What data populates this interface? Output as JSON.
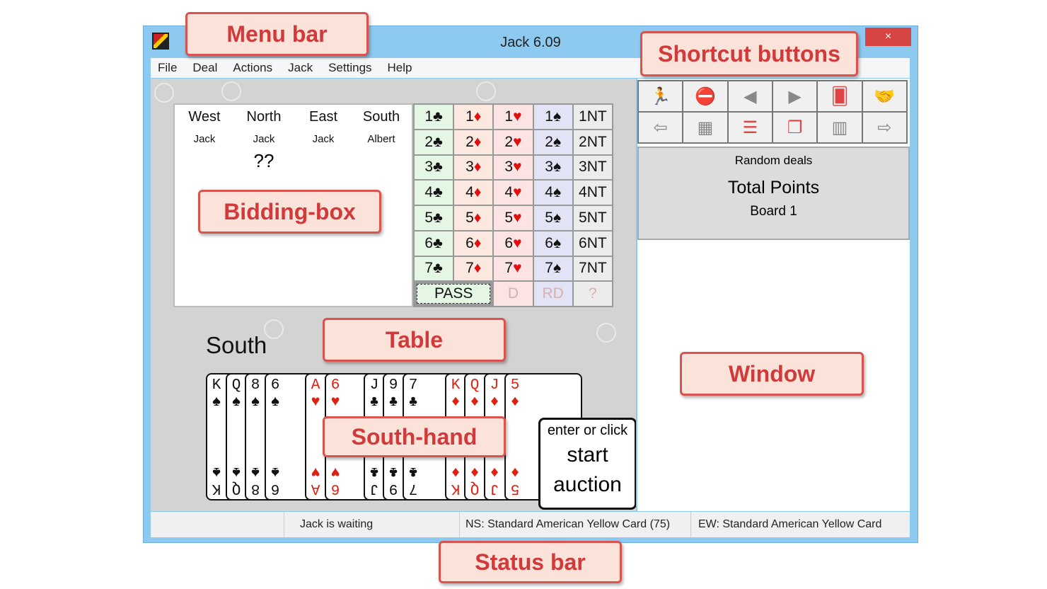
{
  "window": {
    "title": "Jack 6.09",
    "close": "×"
  },
  "menu": [
    "File",
    "Deal",
    "Actions",
    "Jack",
    "Settings",
    "Help"
  ],
  "auction": {
    "seats": [
      "West",
      "North",
      "East",
      "South"
    ],
    "players": [
      "Jack",
      "Jack",
      "Jack",
      "Albert"
    ],
    "current": "??"
  },
  "bidding_box": {
    "levels": [
      "1",
      "2",
      "3",
      "4",
      "5",
      "6",
      "7"
    ],
    "strains": [
      "♣",
      "♦",
      "♥",
      "♠",
      "NT"
    ],
    "pass": "PASS",
    "double": "D",
    "redouble": "RD",
    "help": "?"
  },
  "table": {
    "seat_label": "South"
  },
  "south_hand": [
    {
      "rank": "K",
      "suit": "♠"
    },
    {
      "rank": "Q",
      "suit": "♠"
    },
    {
      "rank": "8",
      "suit": "♠"
    },
    {
      "rank": "6",
      "suit": "♠"
    },
    {
      "rank": "A",
      "suit": "♥"
    },
    {
      "rank": "6",
      "suit": "♥"
    },
    {
      "rank": "J",
      "suit": "♣"
    },
    {
      "rank": "9",
      "suit": "♣"
    },
    {
      "rank": "7",
      "suit": "♣"
    },
    {
      "rank": "K",
      "suit": "♦"
    },
    {
      "rank": "Q",
      "suit": "♦"
    },
    {
      "rank": "J",
      "suit": "♦"
    },
    {
      "rank": "5",
      "suit": "♦"
    }
  ],
  "start_box": {
    "line1": "enter or click",
    "line2": "start",
    "line3": "auction"
  },
  "shortcuts": [
    "run-icon",
    "stop-icon",
    "previous-icon",
    "next-icon",
    "deal-hand-icon",
    "handshake-icon",
    "back-arrow-icon",
    "scoresheet-icon",
    "stack-icon",
    "cards-icon",
    "columns-icon",
    "forward-arrow-icon"
  ],
  "shortcut_glyphs": [
    "🏃",
    "⛔",
    "◀",
    "▶",
    "🂠",
    "🤝",
    "⇦",
    "▦",
    "☰",
    "❐",
    "▥",
    "⇨"
  ],
  "info": {
    "mode": "Random deals",
    "scoring": "Total Points",
    "board": "Board 1"
  },
  "status": [
    "",
    "Jack is waiting",
    "NS: Standard American Yellow Card (75)",
    "EW: Standard American Yellow Card"
  ],
  "callouts": {
    "menu": "Menu bar",
    "shortcuts": "Shortcut buttons",
    "bidding": "Bidding-box",
    "table": "Table",
    "hand": "South-hand",
    "window": "Window",
    "status": "Status bar"
  }
}
